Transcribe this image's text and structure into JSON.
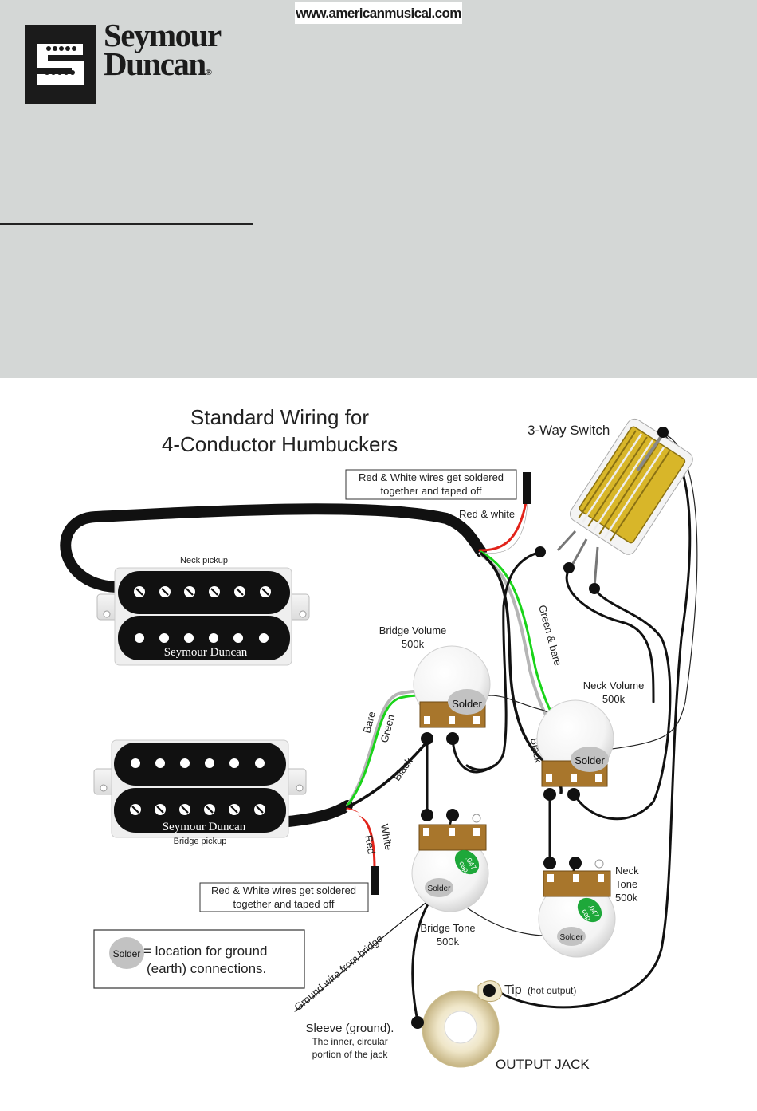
{
  "header": {
    "url": "www.americanmusical.com",
    "brand_line1": "Seymour",
    "brand_line2": "Duncan",
    "registered_mark": "®",
    "logo_icon": "seymour-duncan-s-logo"
  },
  "diagram": {
    "title_line1": "Standard Wiring for",
    "title_line2": "4-Conductor Humbuckers",
    "switch_label": "3-Way Switch",
    "neck_pickup_label": "Neck pickup",
    "bridge_pickup_label": "Bridge pickup",
    "pickup_brand": "Seymour Duncan",
    "note_top_line1": "Red & White wires get soldered",
    "note_top_line2": "together and taped off",
    "note_bottom_line1": "Red & White wires get soldered",
    "note_bottom_line2": "together and taped off",
    "wire_red_white": "Red & white",
    "wire_green_bare": "Green & bare",
    "wire_bare": "Bare",
    "wire_green": "Green",
    "wire_black_bridge": "Black",
    "wire_black_neck": "Black",
    "wire_white": "White",
    "wire_red": "Red",
    "bridge_volume_name": "Bridge Volume",
    "bridge_volume_value": "500k",
    "neck_volume_name": "Neck Volume",
    "neck_volume_value": "500k",
    "bridge_tone_name": "Bridge Tone",
    "bridge_tone_value": "500k",
    "neck_tone_name": "Neck",
    "neck_tone_name2": "Tone",
    "neck_tone_value": "500k",
    "solder": "Solder",
    "cap_value": ".047",
    "cap_unit": "cap",
    "legend_solder": "Solder",
    "legend_line1": "= location for ground",
    "legend_line2": "(earth) connections.",
    "ground_wire_label": "Ground wire from bridge",
    "tip_label": "Tip",
    "tip_note": "(hot output)",
    "sleeve_line1": "Sleeve (ground).",
    "sleeve_line2": "The inner, circular",
    "sleeve_line3": "portion of the jack",
    "output_jack_label": "OUTPUT JACK",
    "colors": {
      "wire_black": "#111111",
      "wire_green": "#19d419",
      "wire_red": "#e2231a",
      "wire_bare": "#b5b5b5",
      "switch_gold": "#d8b629",
      "cap_green": "#1ea83a",
      "pot_lug": "#a8762c",
      "header_gray": "#d4d7d6"
    }
  }
}
